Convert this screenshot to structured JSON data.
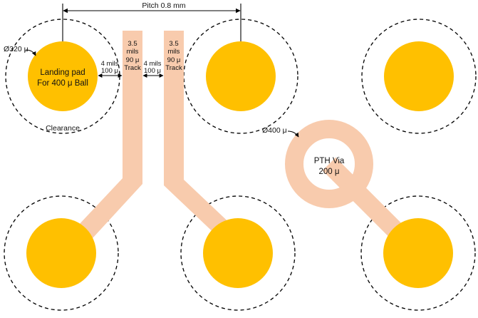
{
  "colors": {
    "pad": "#FFC000",
    "track": "#F8CBAD",
    "clearance": "#000000",
    "dimension": "#000000"
  },
  "labels": {
    "pitch": "Pitch 0.8 mm",
    "pad_diameter": "Ø320 μ",
    "landing_pad_line1": "Landing pad",
    "landing_pad_line2": "For 400 μ Ball",
    "clearance": "Clearance",
    "spacing1_line1": "4 mils",
    "spacing1_line2": "100 μ",
    "spacing2_line1": "4 mils",
    "spacing2_line2": "100 μ",
    "track1_line1": "3.5",
    "track1_line2": "mils",
    "track1_line3": "90 μ",
    "track1_line4": "Track",
    "track2_line1": "3.5",
    "track2_line2": "mils",
    "track2_line3": "90 μ",
    "track2_line4": "Track",
    "via_diameter": "Ø400 μ",
    "via_line1": "PTH Via",
    "via_line2": "200 μ"
  }
}
